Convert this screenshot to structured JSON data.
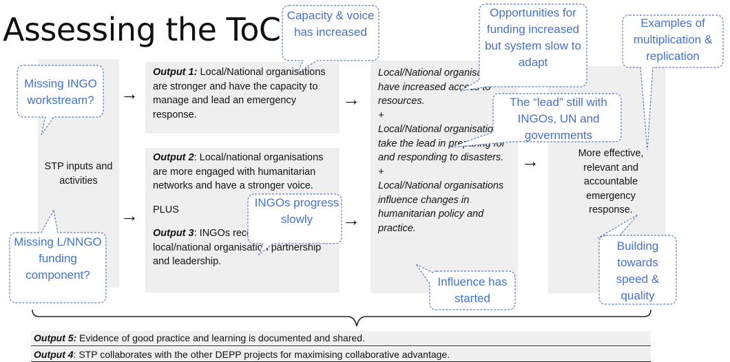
{
  "title": "Assessing the ToC",
  "inputs": "STP inputs and activities",
  "outputs": {
    "o1_label": "Output 1:",
    "o1_text": " Local/National organisations are stronger and have the capacity to manage and lead an emergency response.",
    "o2_label": "Output 2",
    "o2_text": ": Local/national organisations are more engaged with humanitarian networks and have a stronger voice.",
    "plus": "PLUS",
    "o3_label": "Output 3",
    "o3_text": ": INGOs recognise and promote local/national organisation partnership and leadership."
  },
  "outcomes": {
    "a": "Local/National organisations have increased access to resources.",
    "b": "Local/National organisations take the lead in preparing for and responding to disasters.",
    "c": "Local/National organisations influence changes in humanitarian policy and practice.",
    "plus": "+"
  },
  "impact": "More effective, relevant and accountable emergency response.",
  "arrow_glyph": "→",
  "bottom": {
    "o5_label": "Output 5:",
    "o5_text": " Evidence of good practice and learning is documented and shared.",
    "o4_label": "Output 4",
    "o4_text": ": STP collaborates with the other DEPP projects for maximising collaborative advantage."
  },
  "callouts": {
    "missing_ingo": "Missing INGO workstream?",
    "missing_lnngo": "Missing L/NNGO funding component?",
    "capacity": "Capacity & voice has increased",
    "opportunities": "Opportunities for funding increased but system slow to adapt",
    "lead": "The “lead” still with INGOs, UN and governments",
    "ingos_progress": "INGOs progress slowly",
    "influence": "Influence has started",
    "examples": "Examples of multiplication & replication",
    "building": "Building towards speed & quality"
  },
  "colors": {
    "callout_text": "#4472c4",
    "callout_border": "#5b7fb8",
    "panel": "#efefef"
  }
}
